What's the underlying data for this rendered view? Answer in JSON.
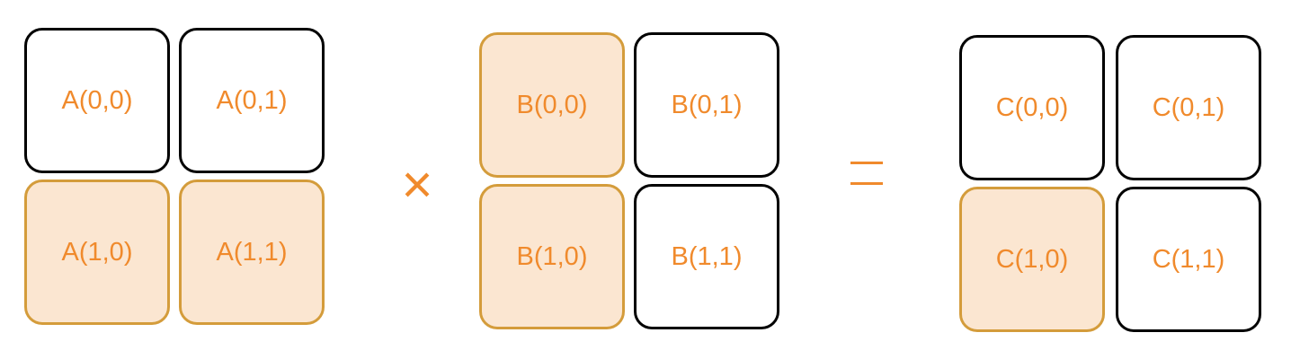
{
  "colors": {
    "text": "#f08a2c",
    "highlight_fill": "#fbe6d1",
    "highlight_border": "#d49c3b",
    "default_border": "#000000"
  },
  "matrix_a": {
    "cells": [
      {
        "label": "A(0,0)",
        "highlighted": false
      },
      {
        "label": "A(0,1)",
        "highlighted": false
      },
      {
        "label": "A(1,0)",
        "highlighted": true
      },
      {
        "label": "A(1,1)",
        "highlighted": true
      }
    ]
  },
  "operator_multiply": "×",
  "matrix_b": {
    "cells": [
      {
        "label": "B(0,0)",
        "highlighted": true
      },
      {
        "label": "B(0,1)",
        "highlighted": false
      },
      {
        "label": "B(1,0)",
        "highlighted": true
      },
      {
        "label": "B(1,1)",
        "highlighted": false
      }
    ]
  },
  "operator_equals": "=",
  "matrix_c": {
    "cells": [
      {
        "label": "C(0,0)",
        "highlighted": false
      },
      {
        "label": "C(0,1)",
        "highlighted": false
      },
      {
        "label": "C(1,0)",
        "highlighted": true
      },
      {
        "label": "C(1,1)",
        "highlighted": false
      }
    ]
  }
}
